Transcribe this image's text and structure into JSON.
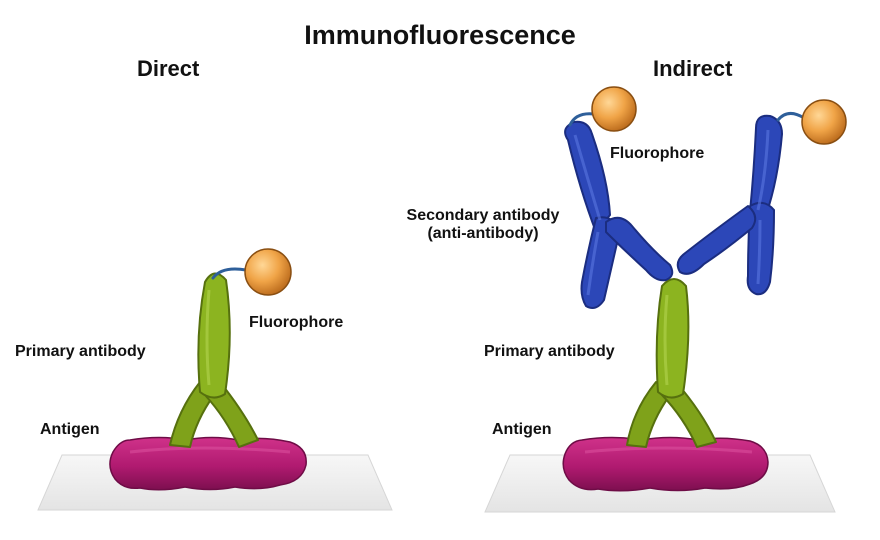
{
  "title": "Immunofluorescence",
  "direct": {
    "heading": "Direct",
    "fluorophore_label": "Fluorophore",
    "primary_label": "Primary antibody",
    "antigen_label": "Antigen"
  },
  "indirect": {
    "heading": "Indirect",
    "fluorophore_label": "Fluorophore",
    "secondary_label_line1": "Secondary antibody",
    "secondary_label_line2": "(anti-antibody)",
    "primary_label": "Primary antibody",
    "antigen_label": "Antigen"
  },
  "colors": {
    "primary_antibody": "#7fa21a",
    "secondary_antibody": "#2c47b8",
    "antigen": "#b01a70",
    "fluorophore": "#f0a447",
    "tether": "#2e5f9a",
    "surface": "#eeeeee"
  }
}
